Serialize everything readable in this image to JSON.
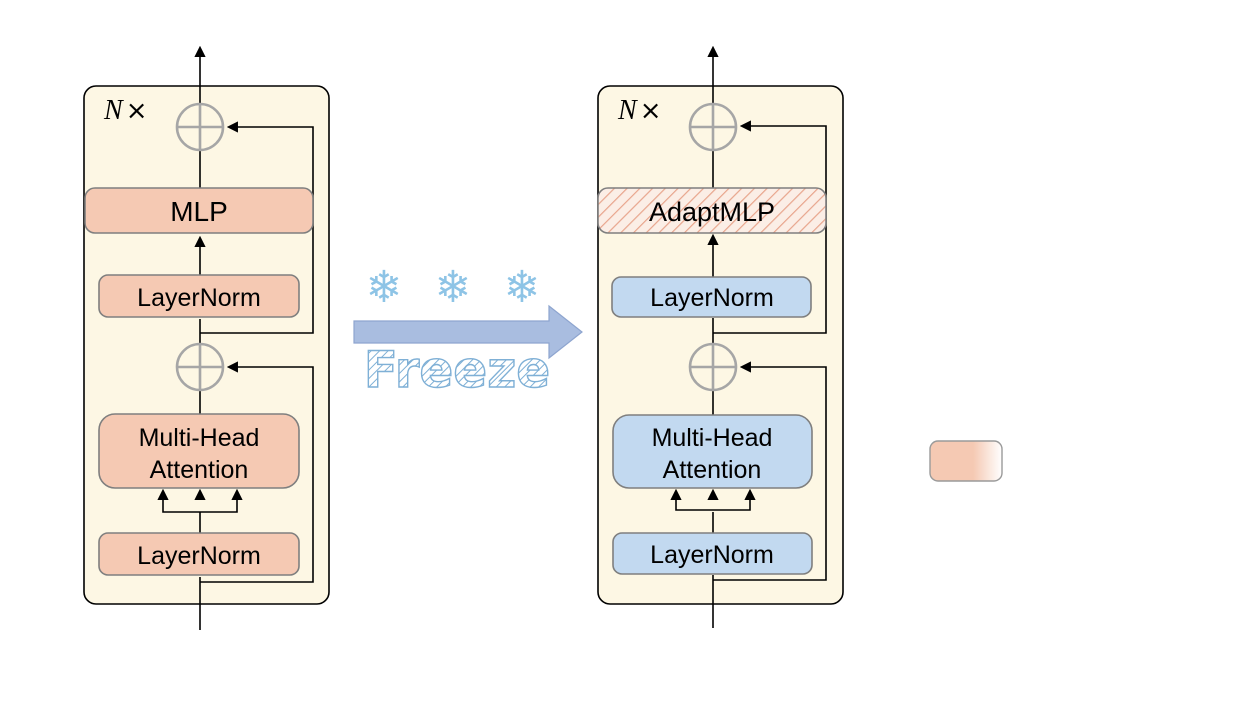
{
  "left_block": {
    "repeat_label": "N",
    "repeat_symbol": "×",
    "mlp_label": "MLP",
    "layernorm_top_label": "LayerNorm",
    "attention_line1": "Multi-Head",
    "attention_line2": "Attention",
    "layernorm_bottom_label": "LayerNorm"
  },
  "right_block": {
    "repeat_label": "N",
    "repeat_symbol": "×",
    "adapt_mlp_label": "AdaptMLP",
    "layernorm_top_label": "LayerNorm",
    "attention_line1": "Multi-Head",
    "attention_line2": "Attention",
    "layernorm_bottom_label": "LayerNorm"
  },
  "freeze": {
    "label": "Freeze",
    "snowflake_glyph": "❄",
    "snowflake_count": 3
  },
  "colors": {
    "block_background": "#fdf7e4",
    "trainable_fill": "#f5c9b3",
    "frozen_fill": "#c2d9f0",
    "arrow_fill": "#a9bde0",
    "circle_stroke": "#a6a6a6",
    "hatch_stroke": "#e8a58c"
  }
}
